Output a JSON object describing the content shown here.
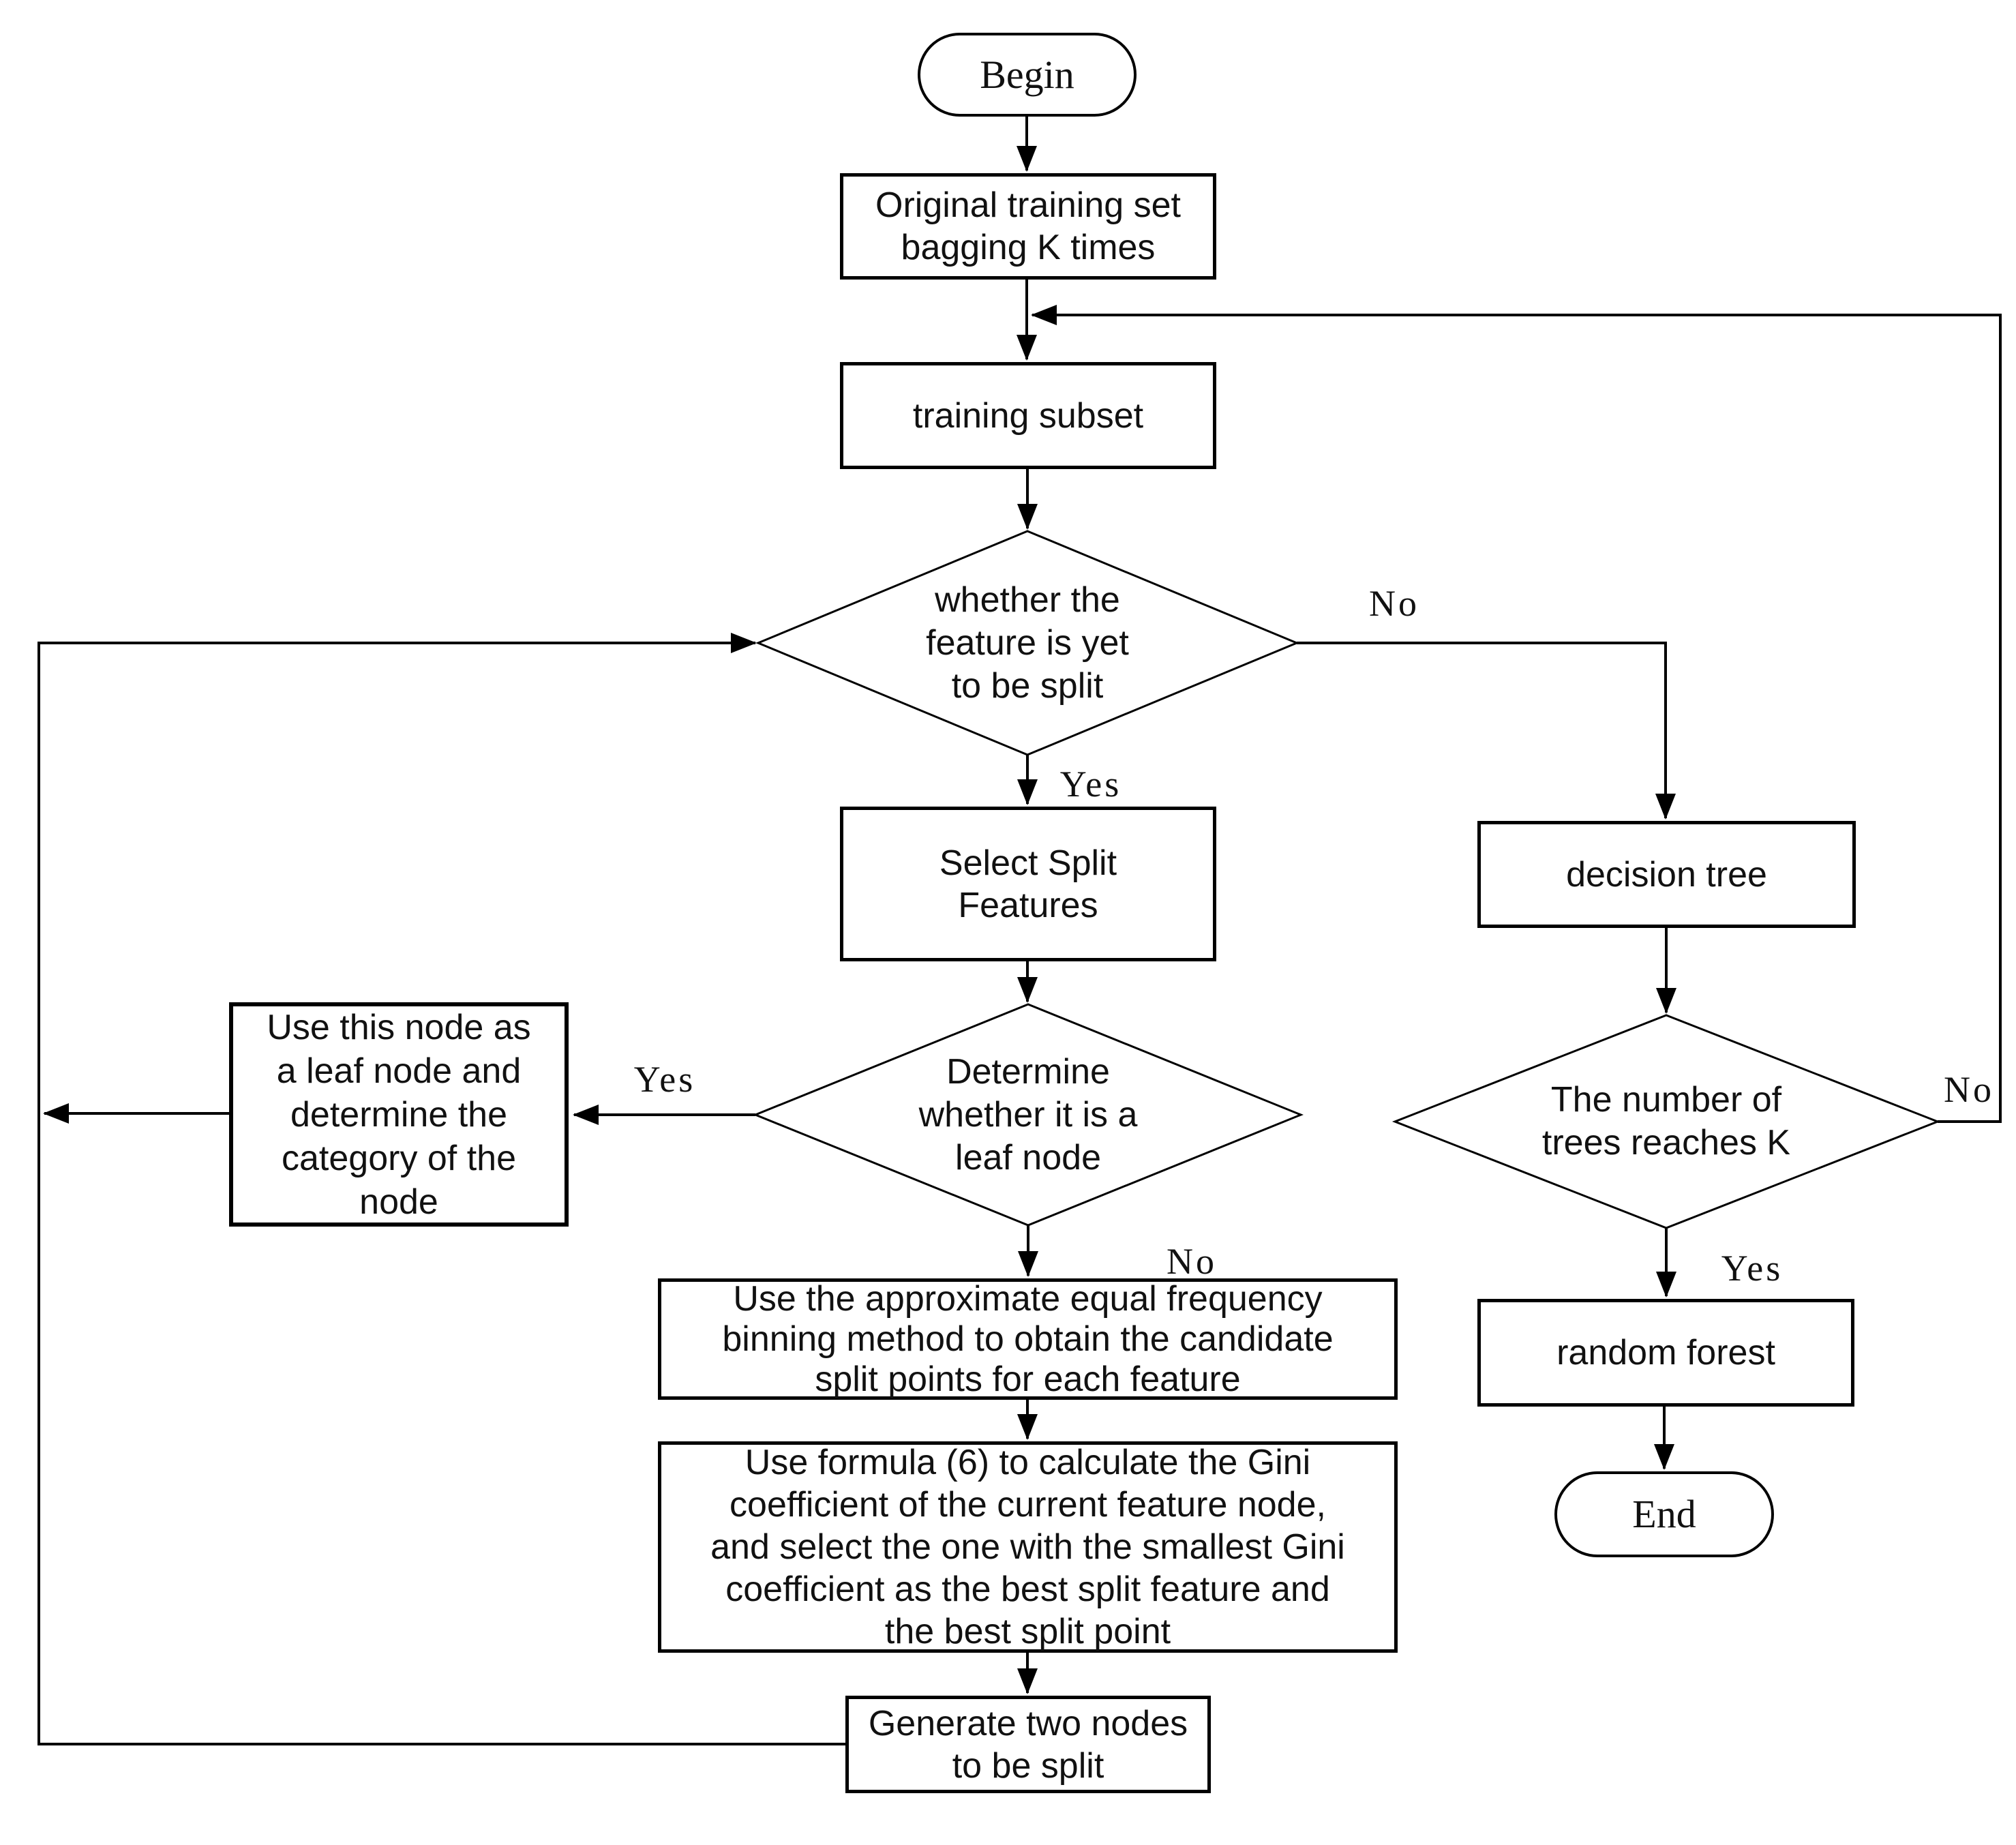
{
  "diagram": {
    "title_hint": "Random forest training flowchart",
    "colors": {
      "background": "#ffffff",
      "stroke": "#000000",
      "text": "#111111"
    },
    "nodes": {
      "begin": {
        "label": "Begin"
      },
      "bagging": {
        "lines": [
          "Original training set",
          "bagging K times"
        ]
      },
      "training_subset": {
        "lines": [
          "training subset"
        ]
      },
      "feature_split_decision": {
        "lines": [
          "whether the",
          "feature is yet",
          "to be split"
        ]
      },
      "select_split": {
        "lines": [
          "Select Split",
          "Features"
        ]
      },
      "leaf_decision": {
        "lines": [
          "Determine",
          "whether it is a",
          "leaf node"
        ]
      },
      "leaf_action": {
        "lines": [
          "Use this node as",
          "a leaf node and",
          "determine the",
          "category of the",
          "node"
        ]
      },
      "binning": {
        "lines": [
          "Use the approximate equal frequency",
          "binning method to obtain the candidate",
          "split points for each feature"
        ]
      },
      "gini": {
        "lines": [
          "Use formula (6) to calculate the Gini",
          "coefficient of the current feature node,",
          "and select the one with the smallest Gini",
          "coefficient as the best split feature and",
          "the best split point"
        ]
      },
      "generate_nodes": {
        "lines": [
          "Generate two nodes",
          "to be split"
        ]
      },
      "decision_tree": {
        "lines": [
          "decision tree"
        ]
      },
      "trees_reach_k": {
        "lines": [
          "The number of",
          "trees reaches K"
        ]
      },
      "random_forest": {
        "lines": [
          "random forest"
        ]
      },
      "end": {
        "label": "End"
      }
    },
    "edge_labels": {
      "feature_split_yes": "Yes",
      "feature_split_no": "No",
      "leaf_yes": "Yes",
      "leaf_no": "No",
      "trees_yes": "Yes",
      "trees_no": "No"
    }
  }
}
